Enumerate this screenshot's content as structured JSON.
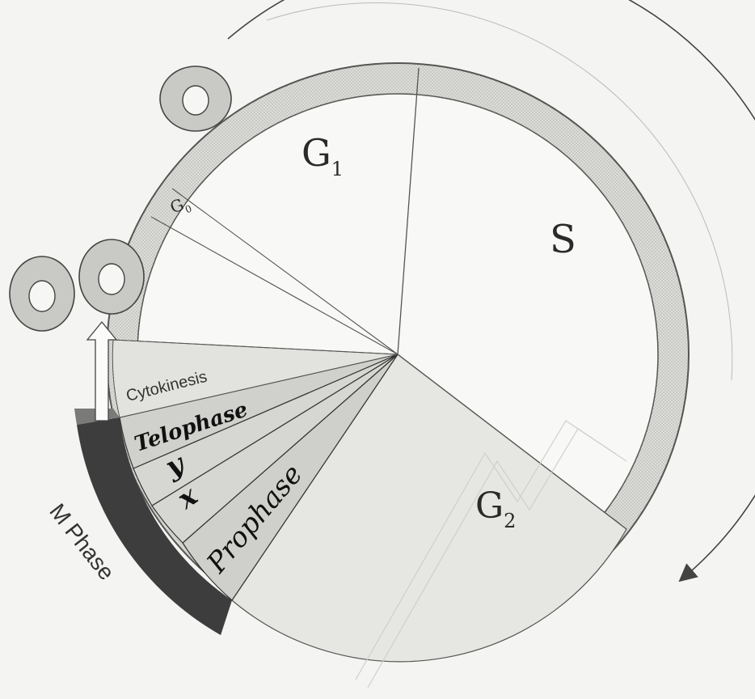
{
  "diagram": {
    "phases": {
      "g1": "G",
      "g1_sub": "1",
      "g0": "G",
      "g0_sub": "0",
      "s": "S",
      "g2": "G",
      "g2_sub": "2",
      "cytokinesis": "Cytokinesis",
      "telophase": "Telophase",
      "y": "y",
      "x": "x",
      "prophase": "Prophase",
      "m_phase": "M Phase"
    },
    "colors": {
      "ring": "#d7d7d2",
      "ring_dark": "#3d3d3d",
      "g2_fill": "#e6e6e2",
      "mitosis_fill": "#cfcfcb",
      "white_sector": "#fbfbfa",
      "outline": "#444444"
    }
  }
}
